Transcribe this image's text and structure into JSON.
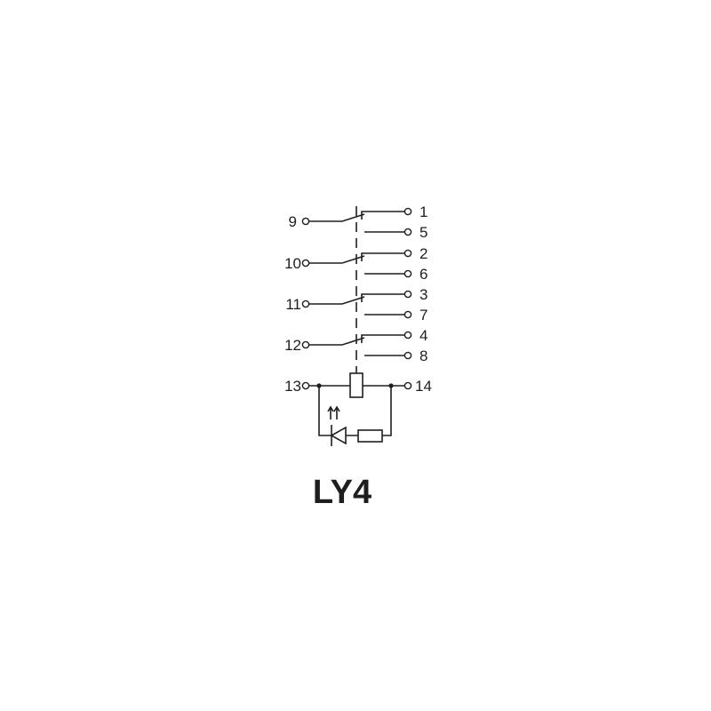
{
  "diagram": {
    "title": "LY4",
    "contacts": [
      {
        "common": "9",
        "nc": "1",
        "no": "5"
      },
      {
        "common": "10",
        "nc": "2",
        "no": "6"
      },
      {
        "common": "11",
        "nc": "3",
        "no": "7"
      },
      {
        "common": "12",
        "nc": "4",
        "no": "8"
      }
    ],
    "coil": {
      "left": "13",
      "right": "14"
    }
  }
}
